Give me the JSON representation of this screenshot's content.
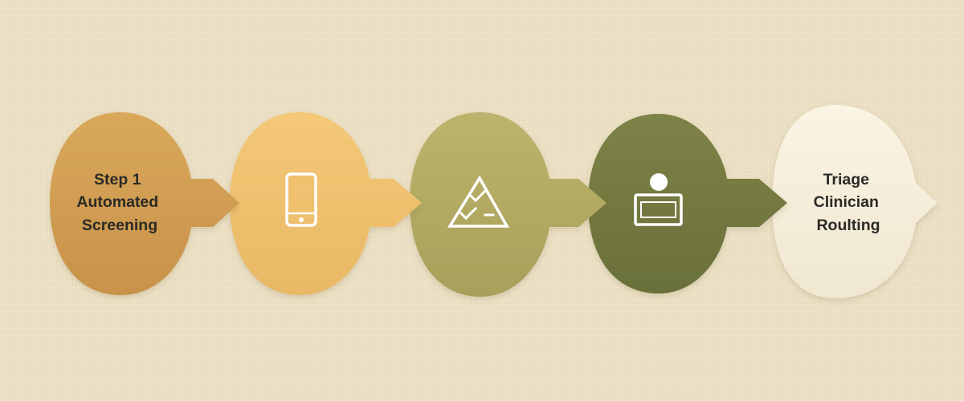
{
  "flow": {
    "steps": [
      {
        "id": "step-1",
        "label_lines": [
          "Step 1",
          "Automated",
          "Screening"
        ],
        "icon": "",
        "fill": "#d9a85a",
        "fill_dark": "#c8924a"
      },
      {
        "id": "step-2",
        "label_lines": [],
        "icon": "smartphone-icon",
        "fill": "#f4c877",
        "fill_dark": "#e9b865"
      },
      {
        "id": "step-3",
        "label_lines": [],
        "icon": "checklist-triangle-icon",
        "fill": "#bdb36c",
        "fill_dark": "#a8a05a"
      },
      {
        "id": "step-4",
        "label_lines": [],
        "icon": "person-at-desk-icon",
        "fill": "#7d8247",
        "fill_dark": "#6a7039"
      },
      {
        "id": "step-5",
        "label_lines": [
          "Triage",
          "Clinician",
          "Roulting"
        ],
        "icon": "",
        "fill": "#faf4e4",
        "fill_dark": "#f0e7d0"
      }
    ],
    "arrow_color_last": "#6c7038"
  }
}
